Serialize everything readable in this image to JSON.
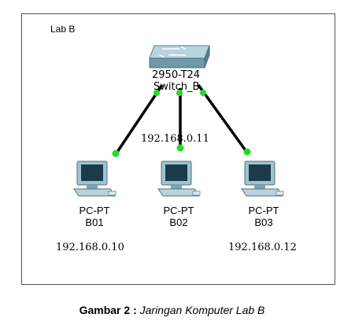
{
  "diagram": {
    "lab_title": "Lab B",
    "switch": {
      "model": "2950-T24",
      "name": "Switch_B",
      "icon": "switch-icon"
    },
    "pcs": [
      {
        "type": "PC-PT",
        "name": "B01",
        "ip": "192.168.0.10",
        "icon": "pc-icon"
      },
      {
        "type": "PC-PT",
        "name": "B02",
        "ip": "192.168.0.11",
        "icon": "pc-icon"
      },
      {
        "type": "PC-PT",
        "name": "B03",
        "ip": "192.168.0.12",
        "icon": "pc-icon"
      }
    ],
    "link_color": "#000000",
    "port_color": "#22dd22"
  },
  "caption": {
    "prefix": "Gambar 2 :",
    "text": "Jaringan Komputer Lab B"
  }
}
